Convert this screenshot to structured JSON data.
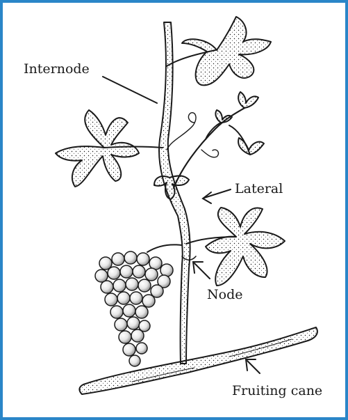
{
  "diagram": {
    "labels": {
      "internode": "Internode",
      "lateral": "Lateral",
      "node": "Node",
      "fruiting_cane": "Fruiting cane"
    },
    "colors": {
      "border": "#2a86c8",
      "ink": "#1a1a1a",
      "background": "#ffffff"
    }
  }
}
